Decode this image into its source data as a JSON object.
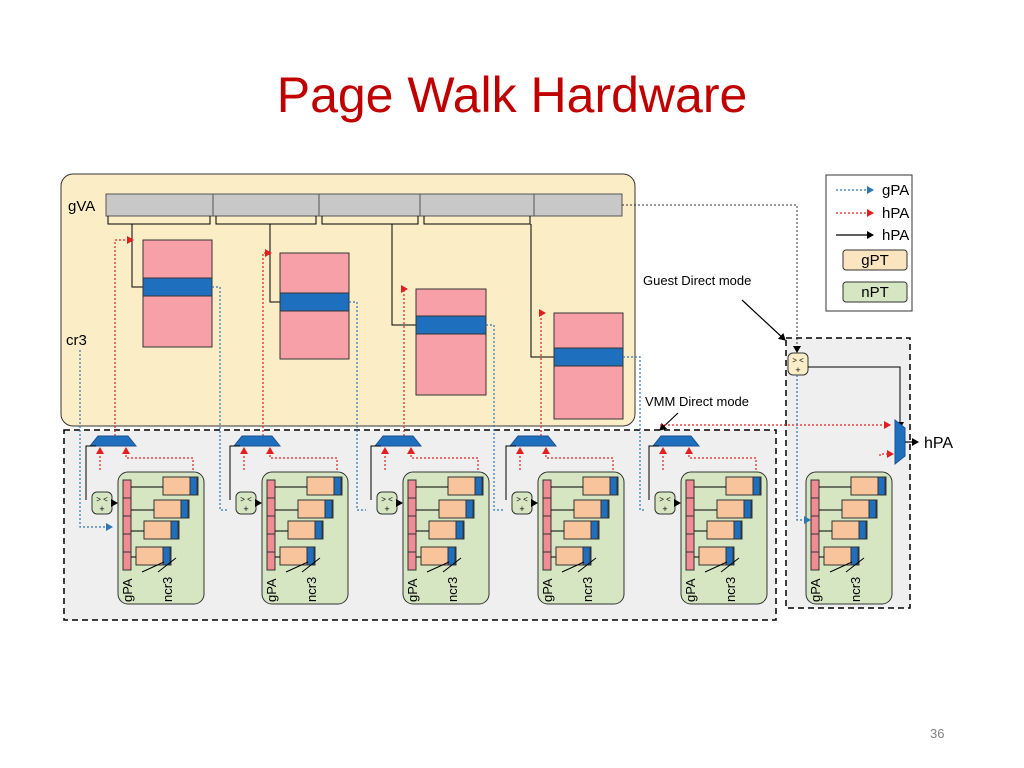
{
  "slide": {
    "title": "Page Walk Hardware",
    "number": "36"
  },
  "labels": {
    "gva": "gVA",
    "cr3": "cr3",
    "guest_direct": "Guest Direct mode",
    "vmm_direct": "VMM Direct mode",
    "hpa_out": "hPA",
    "gpa": "gPA",
    "ncr3": "ncr3",
    "adder_top": "> <",
    "adder_bottom": "+"
  },
  "legend": {
    "items": [
      {
        "kind": "arrow",
        "label": "gPA",
        "color": "#2e75b6",
        "style": "dotted"
      },
      {
        "kind": "arrow",
        "label": "hPA",
        "color": "#e02020",
        "style": "dotted"
      },
      {
        "kind": "arrow",
        "label": "hPA",
        "color": "#000000",
        "style": "solid"
      },
      {
        "kind": "box",
        "label": "gPT",
        "color": "#fbe5c0"
      },
      {
        "kind": "box",
        "label": "nPT",
        "color": "#d6e6c2"
      }
    ]
  },
  "colors": {
    "title": "#c00000",
    "guest_region": "#fbeec6",
    "nested_region": "#efefef",
    "gva_segment": "#c8c8c8",
    "page_table": "#f8a0a8",
    "pte_highlight": "#1f6fbf",
    "npt_panel": "#d6e6c2",
    "npt_entry": "#f8c49c",
    "npt_column": "#f08c94",
    "mux": "#1f6fbf",
    "gpa_arrow": "#2e75b6",
    "hpa_arrow": "#e02020"
  },
  "diagram": {
    "gva_segment_count": 5,
    "guest_table_count": 4,
    "nested_unit_count": 5,
    "extra_nested_unit_count": 1
  }
}
